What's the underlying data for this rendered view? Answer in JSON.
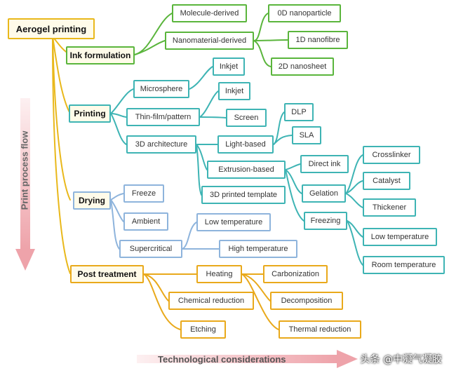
{
  "diagram": {
    "root": "Aerogel printing",
    "categories": {
      "ink_formulation": "Ink formulation",
      "printing": "Printing",
      "drying": "Drying",
      "post_treatment": "Post treatment"
    },
    "ink": {
      "molecule_derived": "Molecule-derived",
      "nanomaterial_derived": "Nanomaterial-derived",
      "0d": "0D nanoparticle",
      "1d": "1D nanofibre",
      "2d": "2D nanosheet"
    },
    "printing": {
      "microsphere": "Microsphere",
      "microsphere_inkjet": "Inkjet",
      "thin_film": "Thin-film/pattern",
      "thin_inkjet": "Inkjet",
      "screen": "Screen",
      "architecture_3d": "3D architecture",
      "light_based": "Light-based",
      "dlp": "DLP",
      "sla": "SLA",
      "extrusion_based": "Extrusion-based",
      "printed_template": "3D printed template",
      "direct_ink": "Direct ink",
      "gelation": "Gelation",
      "freezing": "Freezing",
      "crosslinker": "Crosslinker",
      "catalyst": "Catalyst",
      "thickener": "Thickener",
      "low_temperature": "Low temperature",
      "room_temperature": "Room temperature"
    },
    "drying": {
      "freeze": "Freeze",
      "ambient": "Ambient",
      "supercritical": "Supercritical",
      "low_temperature": "Low temperature",
      "high_temperature": "High temperature"
    },
    "post": {
      "heating": "Heating",
      "carbonization": "Carbonization",
      "chemical_reduction": "Chemical reduction",
      "decomposition": "Decomposition",
      "etching": "Etching",
      "thermal_reduction": "Thermal reduction"
    }
  },
  "axes": {
    "vertical": "Print process flow",
    "horizontal": "Technological considerations"
  },
  "watermark": "头条 @中凝气凝胶",
  "colors": {
    "ink": "#5ab53c",
    "printing": "#3eb4b4",
    "drying": "#8eb4dc",
    "post": "#e9a91b",
    "root": "#e9b81b",
    "arrow": "#f2b8bd"
  }
}
